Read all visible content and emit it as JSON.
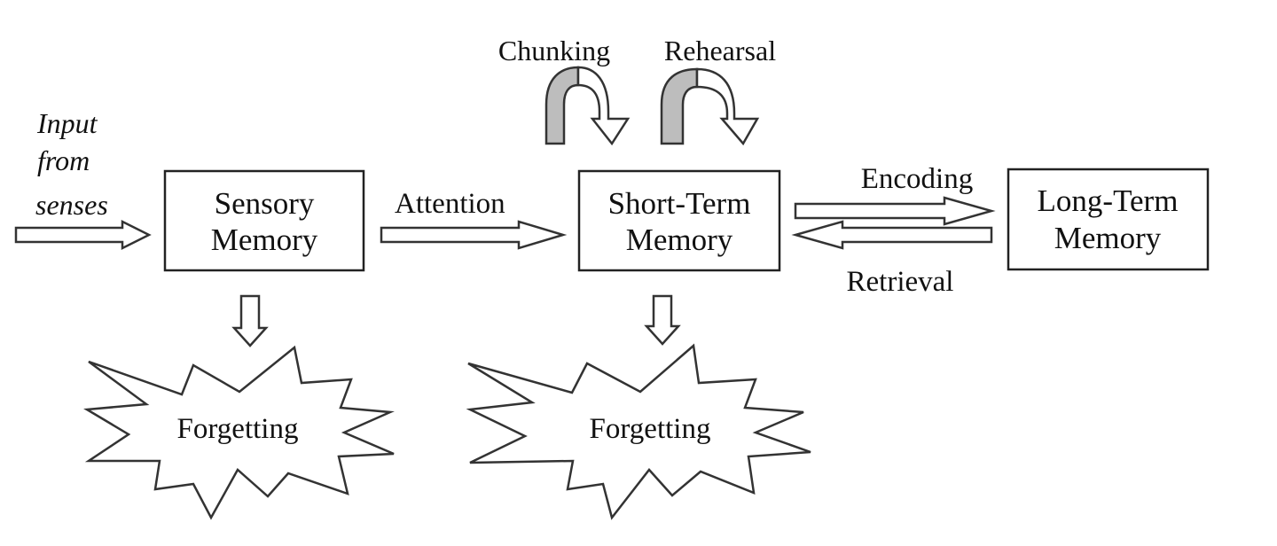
{
  "input_label": [
    "Input",
    "from",
    "senses"
  ],
  "boxes": {
    "sensory": [
      "Sensory",
      "Memory"
    ],
    "short_term": [
      "Short-Term",
      "Memory"
    ],
    "long_term": [
      "Long-Term",
      "Memory"
    ]
  },
  "edges": {
    "attention": "Attention",
    "encoding": "Encoding",
    "retrieval": "Retrieval"
  },
  "loops": {
    "chunking": "Chunking",
    "rehearsal": "Rehearsal"
  },
  "forgetting": {
    "sensory": "Forgetting",
    "short_term": "Forgetting"
  }
}
